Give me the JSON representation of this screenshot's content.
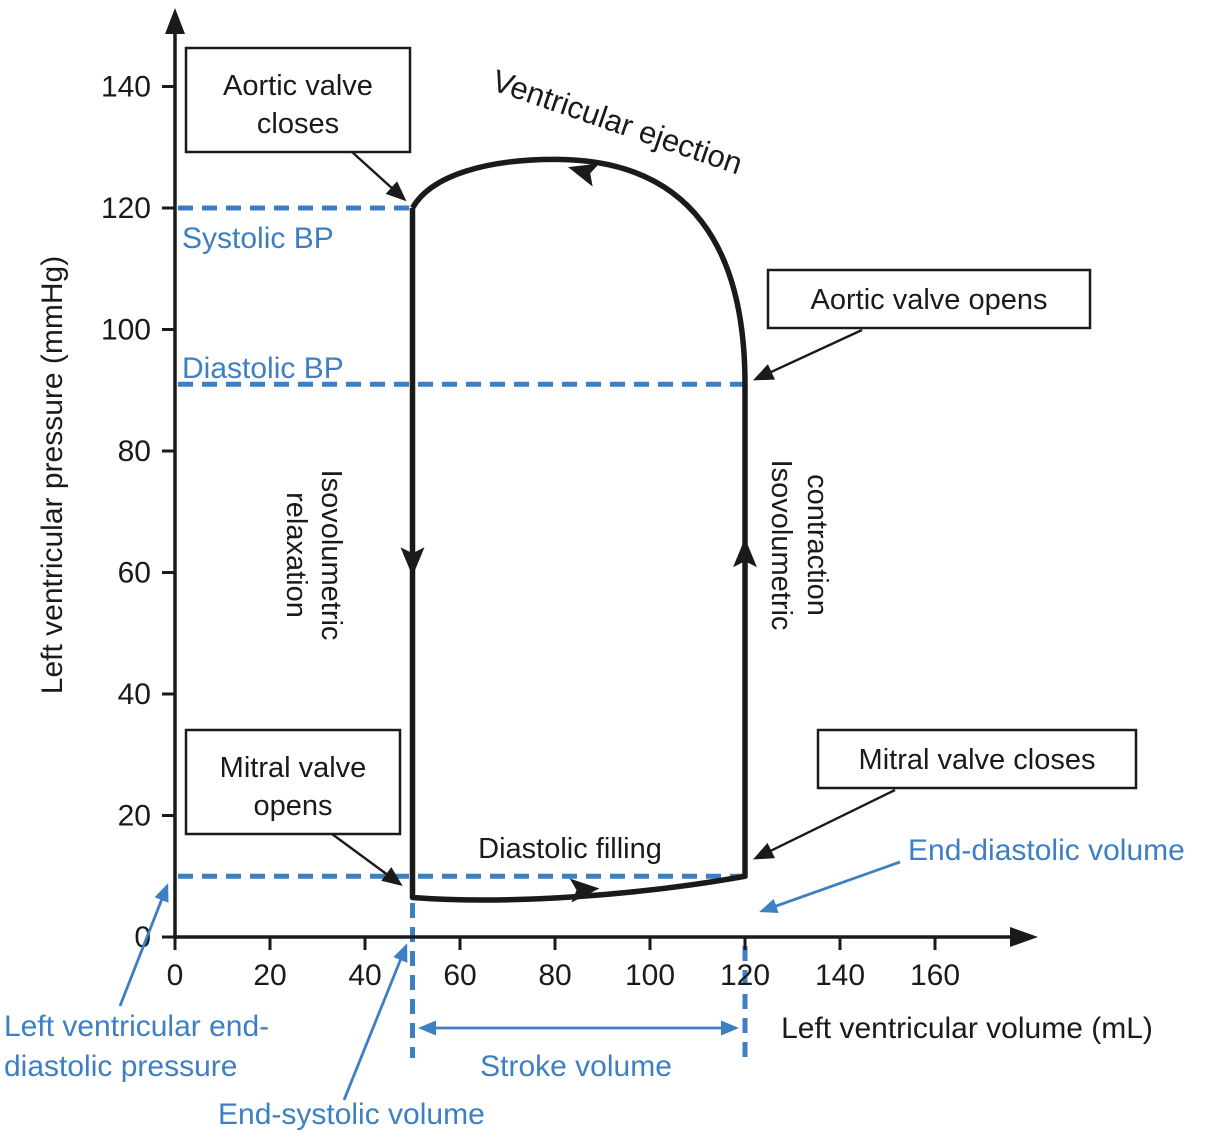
{
  "figure": {
    "colors": {
      "black": "#1a1a1a",
      "blue": "#3d7fc3",
      "background": "#ffffff"
    }
  },
  "chart_data": {
    "type": "line",
    "xlabel": "Left ventricular volume (mL)",
    "ylabel": "Left ventricular pressure (mmHg)",
    "xlim": [
      0,
      175
    ],
    "ylim": [
      0,
      152
    ],
    "x_ticks": [
      0,
      20,
      40,
      60,
      80,
      100,
      120,
      140,
      160
    ],
    "y_ticks": [
      0,
      20,
      40,
      60,
      80,
      100,
      120,
      140
    ],
    "grid": false,
    "legend": false,
    "key_values": {
      "end_systolic_volume_ml": 50,
      "end_diastolic_volume_ml": 120,
      "stroke_volume_ml": 70,
      "systolic_bp_mmhg": 120,
      "diastolic_bp_mmhg": 91,
      "lv_end_diastolic_pressure_mmhg": 10,
      "peak_ejection_pressure_mmhg": 128
    },
    "guides": [
      {
        "name": "systolic-bp-line",
        "p": 120,
        "v0": 0,
        "v1": 50
      },
      {
        "name": "diastolic-bp-line",
        "p": 91,
        "v0": 0,
        "v1": 120
      },
      {
        "name": "lvedp-line",
        "p": 10,
        "v0": 0,
        "v1": 120
      }
    ],
    "vguides": [
      {
        "name": "end-systolic-volume-line",
        "v": 50
      },
      {
        "name": "end-diastolic-volume-line",
        "v": 120
      }
    ],
    "loop_path": [
      [
        "M",
        50,
        120
      ],
      [
        "L",
        50,
        6.5
      ],
      [
        "C",
        72,
        5.2,
        100,
        7.2,
        120,
        10
      ],
      [
        "L",
        120,
        91
      ],
      [
        "C",
        120,
        113,
        109,
        128,
        80,
        128
      ],
      [
        "C",
        66,
        128,
        54,
        125.5,
        50,
        120
      ]
    ],
    "loop_arrows": [
      {
        "name": "isovolumetric-relaxation-arrow",
        "v": 50,
        "p": 62,
        "angle": 90
      },
      {
        "name": "diastolic-filling-arrow",
        "v": 86,
        "p": 7.8,
        "angle": -4
      },
      {
        "name": "isovolumetric-contraction-arrow",
        "v": 120,
        "p": 63,
        "angle": -90
      },
      {
        "name": "ventricular-ejection-arrow",
        "v": 86,
        "p": 126,
        "angle": 196
      }
    ]
  },
  "labels": {
    "systolic_bp": "Systolic BP",
    "diastolic_bp": "Diastolic BP",
    "ventricular_ejection": "Ventricular ejection",
    "isovolumetric_relaxation": [
      "Isovolumetric",
      "relaxation"
    ],
    "isovolumetric_contraction": [
      "Isovolumetric",
      "contraction"
    ],
    "diastolic_filling": "Diastolic filling",
    "aortic_valve_closes": [
      "Aortic valve",
      "closes"
    ],
    "aortic_valve_opens": "Aortic valve opens",
    "mitral_valve_opens": [
      "Mitral valve",
      "opens"
    ],
    "mitral_valve_closes": "Mitral valve closes",
    "end_diastolic_volume": "End-diastolic volume",
    "end_systolic_volume": "End-systolic volume",
    "lv_end_diastolic_pressure": [
      "Left ventricular end-",
      "diastolic pressure"
    ],
    "stroke_volume": "Stroke volume"
  }
}
